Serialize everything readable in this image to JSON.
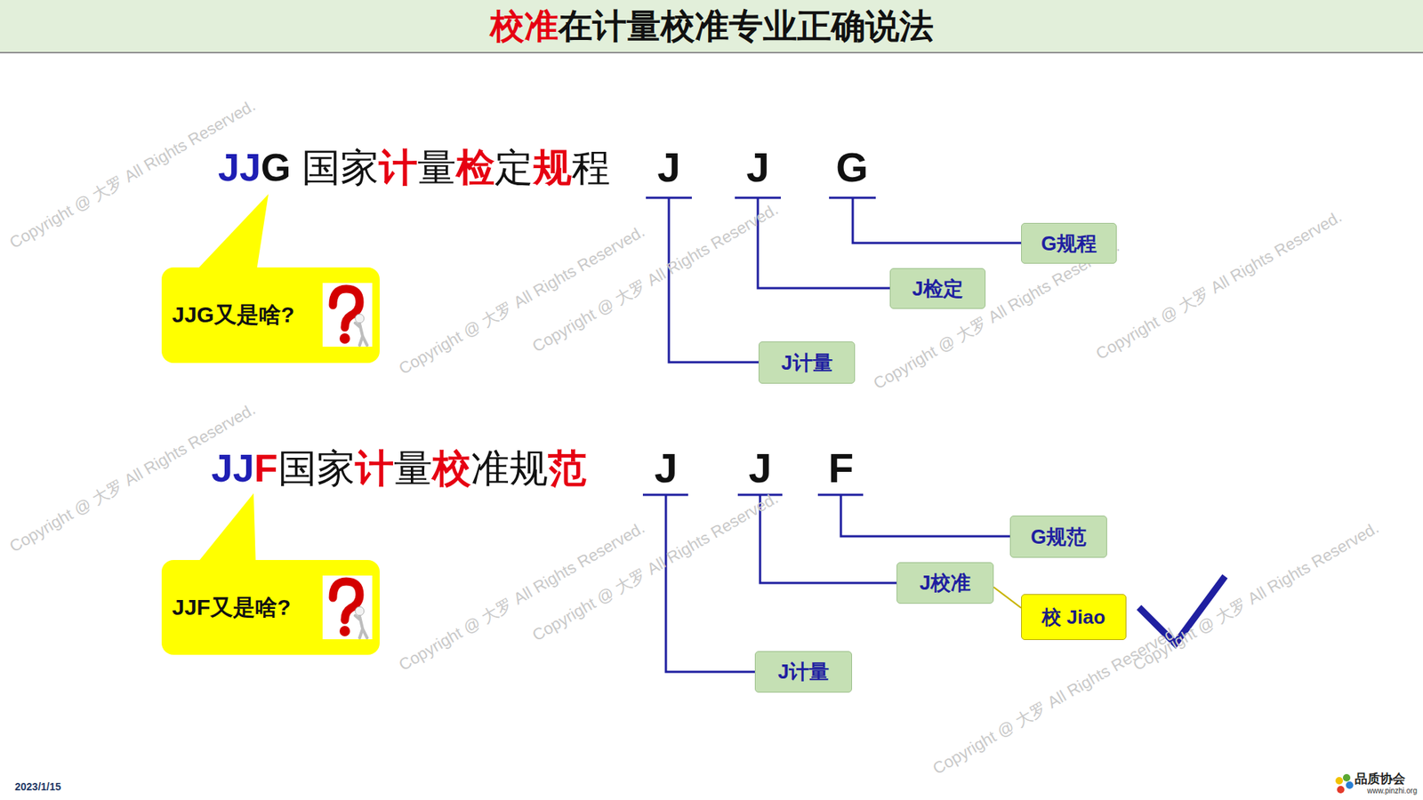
{
  "diagram": {
    "title": "校准在计量校准专业正确说法",
    "nodes": [
      {
        "text": [
          "JJG又是啥?"
        ]
      },
      {
        "text": [
          "G规程"
        ]
      },
      {
        "text": [
          "J检定"
        ]
      },
      {
        "text": [
          "J计量"
        ]
      },
      {
        "text": [
          "JJF又是啥?"
        ]
      },
      {
        "text": [
          "G规范"
        ]
      },
      {
        "text": [
          "J校准"
        ]
      },
      {
        "text": [
          "校 Jiao"
        ]
      },
      {
        "text": [
          "J计量"
        ]
      }
    ],
    "edges": [
      {
        "from": 6,
        "to": 7,
        "arrow": "none"
      }
    ],
    "labels": [
      "JJG 国家计量检定规程",
      "J",
      "J",
      "G",
      "JJF国家计量校准规范",
      "J",
      "J",
      "F",
      "Copyright @ 大罗 All Rights Reserved.",
      "Copyright @ 大罗 All Rights Reserved.",
      "Copyright @ 大罗 All Rights Reserved.",
      "Copyright @ 大罗 All Rights Reserved.",
      "Copyright @ 大罗 All Rights Reserved.",
      "Copyright @ 大罗 All Rights Reserved.",
      "Copyright @ 大罗 All Rights Reserved.",
      "Copyright @ 大罗 All Rights Reserved.",
      "Copyright @ 大罗 All Rights Reserved.",
      "Copyright @ 大罗 All Rights Reserved.",
      "2023/1/15",
      "品质协会",
      "www.pinzhi.org"
    ]
  }
}
